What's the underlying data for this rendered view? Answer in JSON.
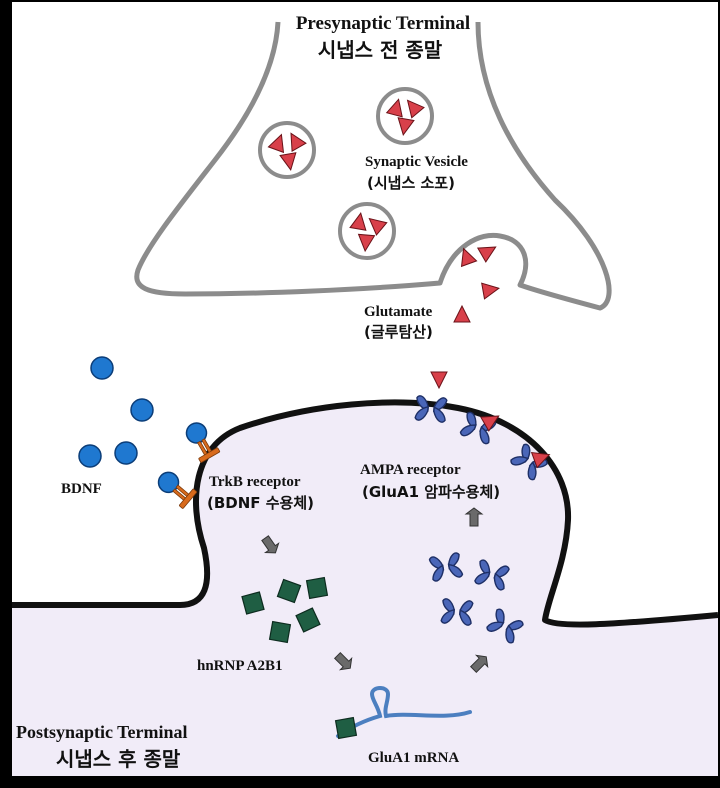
{
  "labels": {
    "presynaptic_en": "Presynaptic Terminal",
    "presynaptic_ko": "시냅스 전 종말",
    "vesicle_en": "Synaptic Vesicle",
    "vesicle_ko": "(시냅스 소포)",
    "glutamate_en": "Glutamate",
    "glutamate_ko": "(글루탐산)",
    "bdnf": "BDNF",
    "trkb_en": "TrkB receptor",
    "trkb_ko": "(BDNF 수용체)",
    "ampa_en": "AMPA receptor",
    "ampa_ko": "(GluA1 암파수용체)",
    "hnrnp": "hnRNP A2B1",
    "postsynaptic_en": "Postsynaptic Terminal",
    "postsynaptic_ko": "시냅스 후 종말",
    "mrna": "GluA1 mRNA"
  },
  "colors": {
    "background": "#000000",
    "panel": "#ffffff",
    "presynaptic_outline": "#8c8c8c",
    "postsynaptic_fill": "#f1ecf8",
    "membrane": "#111111",
    "glutamate": "#d8404a",
    "bdnf": "#1f78d0",
    "trkb": "#d86a1c",
    "ampa": "#4a66b8",
    "hnrnp": "#1f5e43",
    "arrow": "#6a6a6a",
    "mrna": "#4c7fc0"
  }
}
